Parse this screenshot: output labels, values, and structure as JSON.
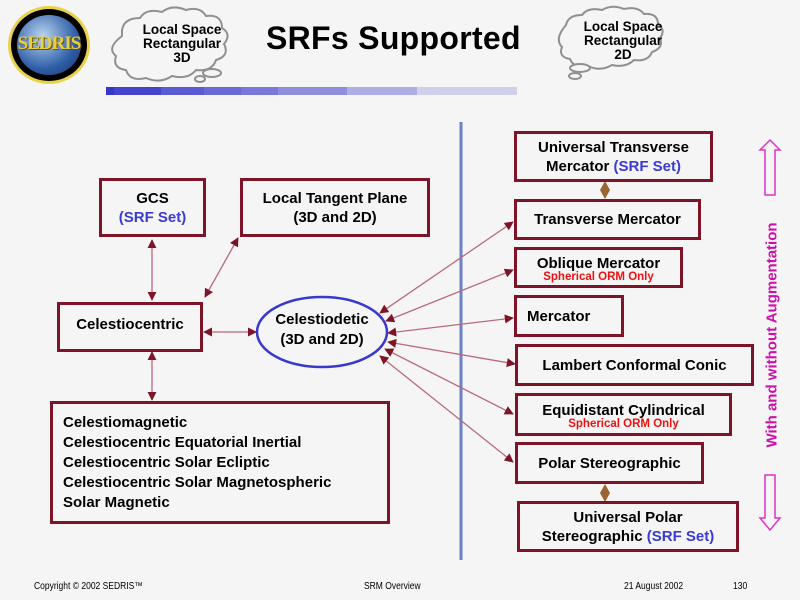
{
  "header": {
    "logo_text": "SEDRIS",
    "title": "SRFs Supported",
    "cloud_left": [
      "Local Space",
      "Rectangular",
      "3D"
    ],
    "cloud_right": [
      "Local Space",
      "Rectangular",
      "2D"
    ]
  },
  "left_nodes": {
    "gcs": {
      "line1": "GCS",
      "line2": "(SRF Set)"
    },
    "ltp": {
      "line1": "Local Tangent Plane",
      "line2": "(3D and 2D)"
    },
    "celestiocentric": "Celestiocentric",
    "celestiodetic": {
      "line1": "Celestiodetic",
      "line2": "(3D and 2D)"
    },
    "inertial_list": [
      "Celestiomagnetic",
      "Celestiocentric Equatorial Inertial",
      "Celestiocentric Solar Ecliptic",
      "Celestiocentric Solar Magnetospheric",
      "Solar Magnetic"
    ]
  },
  "right_nodes": {
    "utm": {
      "line1": "Universal Transverse",
      "line2a": "Mercator ",
      "line2b": "(SRF Set)"
    },
    "tm": "Transverse Mercator",
    "om": {
      "label": "Oblique Mercator",
      "note": "Spherical ORM Only"
    },
    "mercator": "Mercator",
    "lcc": "Lambert Conformal Conic",
    "ec": {
      "label": "Equidistant Cylindrical",
      "note": "Spherical ORM Only"
    },
    "ps": "Polar Stereographic",
    "ups": {
      "line1": "Universal Polar",
      "line2a": "Stereographic ",
      "line2b": "(SRF Set)"
    }
  },
  "side_label": "With and without Augmentation",
  "footer": {
    "copyright": "Copyright © 2002 SEDRIS™",
    "center": "SRM Overview",
    "date": "21 August 2002",
    "page": "130"
  },
  "colors": {
    "box_border": "#7d1428",
    "srf_set": "#3b3bd1",
    "note": "#ee1111",
    "side_label": "#cc11aa",
    "divider": "#6c82c4"
  }
}
